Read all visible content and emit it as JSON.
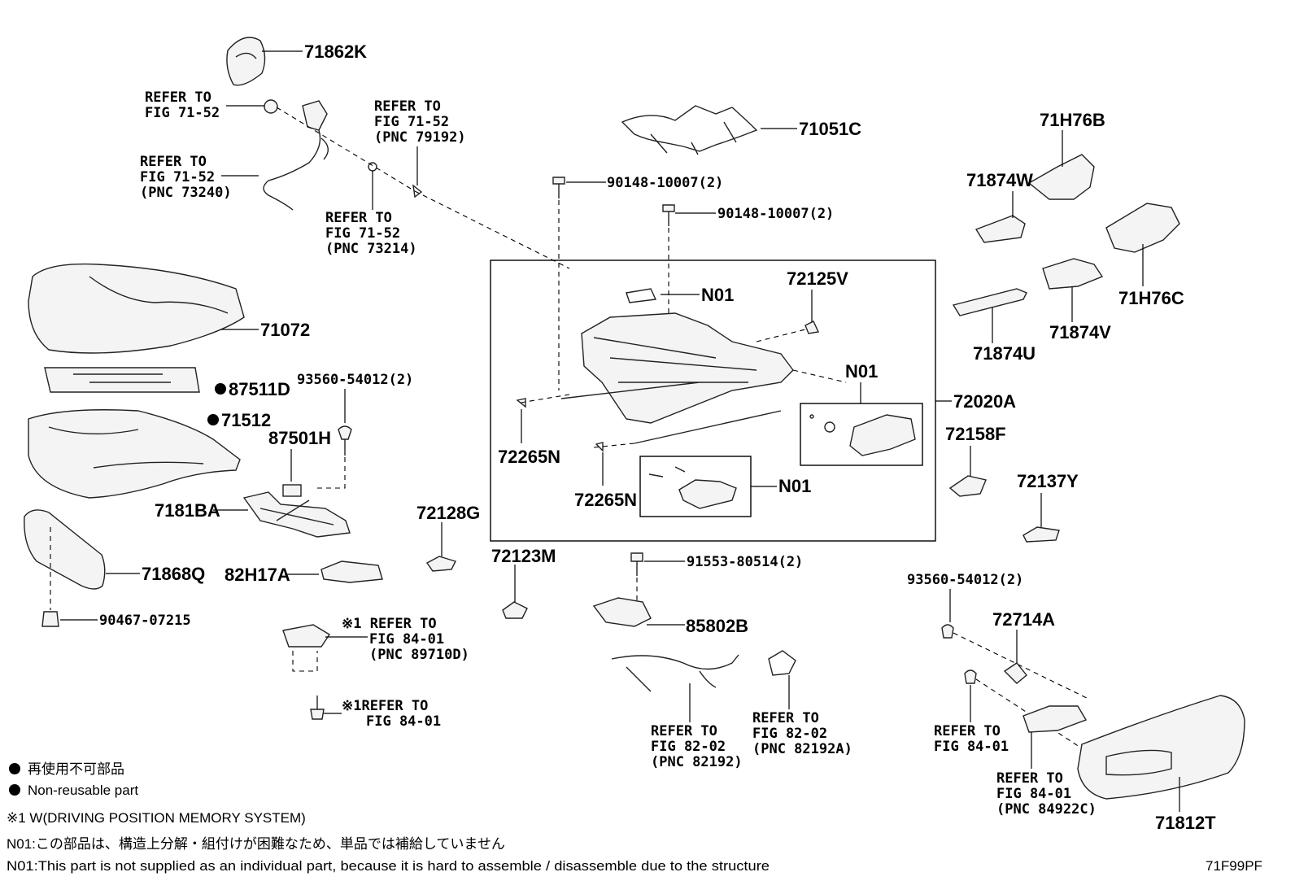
{
  "diagram": {
    "labels": {
      "p71862K": "71862K",
      "p71051C": "71051C",
      "p71H76B": "71H76B",
      "p71874W": "71874W",
      "p71H76C": "71H76C",
      "p71874U": "71874U",
      "p71874V": "71874V",
      "p71072": "71072",
      "p87511D": "87511D",
      "p71512": "71512",
      "p87501H": "87501H",
      "p7181BA": "7181BA",
      "p71868Q": "71868Q",
      "p82H17A": "82H17A",
      "p72128G": "72128G",
      "p72123M": "72123M",
      "p72125V": "72125V",
      "p72020A": "72020A",
      "p72265N_a": "72265N",
      "p72265N_b": "72265N",
      "p72158F": "72158F",
      "p72137Y": "72137Y",
      "p85802B": "85802B",
      "p72714A": "72714A",
      "p71812T": "71812T",
      "n01_a": "N01",
      "n01_b": "N01",
      "n01_c": "N01",
      "bolt_90148_a": "90148-10007(2)",
      "bolt_90148_b": "90148-10007(2)",
      "bolt_93560_a": "93560-54012(2)",
      "bolt_93560_b": "93560-54012(2)",
      "bolt_91553": "91553-80514(2)",
      "clip_90467": "90467-07215"
    },
    "refers": {
      "r1": [
        "REFER TO",
        "FIG 71-52"
      ],
      "r2": [
        "REFER TO",
        "FIG 71-52",
        "(PNC 79192)"
      ],
      "r3": [
        "REFER TO",
        "FIG 71-52",
        "(PNC 73240)"
      ],
      "r4": [
        "REFER TO",
        "FIG 71-52",
        "(PNC 73214)"
      ],
      "r5": [
        "※1 REFER TO",
        "FIG 84-01",
        "(PNC 89710D)"
      ],
      "r6": [
        "※1REFER TO",
        "FIG 84-01"
      ],
      "r7": [
        "REFER TO",
        "FIG 82-02",
        "(PNC 82192)"
      ],
      "r8": [
        "REFER TO",
        "FIG 82-02",
        "(PNC 82192A)"
      ],
      "r9": [
        "REFER TO",
        "FIG 84-01"
      ],
      "r10": [
        "REFER TO",
        "FIG 84-01",
        "(PNC 84922C)"
      ]
    },
    "legend": {
      "jp_nonreusable": "再使用不可部品",
      "en_nonreusable": "Non-reusable part",
      "note1": "※1 W(DRIVING POSITION MEMORY SYSTEM)",
      "n01_jp": "N01:この部品は、構造上分解・組付けが困難なため、単品では補給していません",
      "n01_en": "N01:This part is not supplied as an individual part, because it is hard to assemble / disassemble due to the structure"
    },
    "figure_code": "71F99PF",
    "colors": {
      "line": "#000000",
      "part_fill": "#f4f4f4"
    }
  }
}
